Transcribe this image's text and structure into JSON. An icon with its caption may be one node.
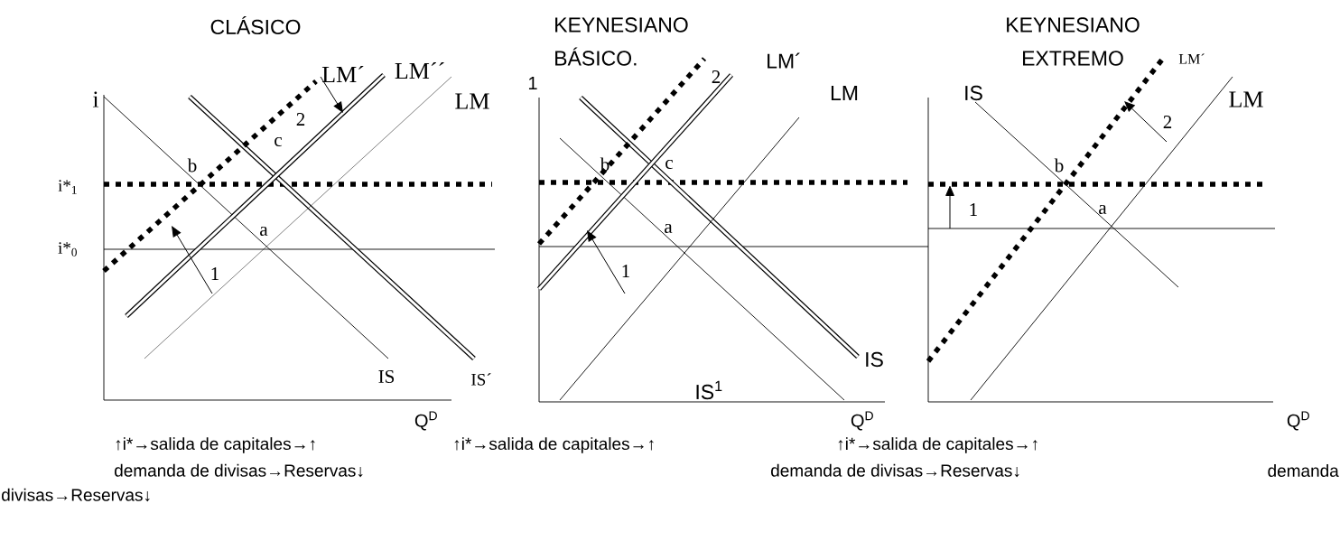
{
  "diagram": {
    "labels": [
      "CLÁSICO",
      "KEYNESIANO BÁSICO.",
      "KEYNESIANO EXTREMO",
      "i",
      "LM´",
      "LM´´",
      "LM",
      "2",
      "c",
      "b",
      "i*$_{1}$",
      "i*$_{0}$",
      "a",
      "1",
      "IS",
      "IS´",
      "Q$^{D}$",
      "1",
      "LM´",
      "2",
      "LM",
      "b",
      "c",
      "a",
      "1",
      "IS",
      "IS$^{1}$",
      "Q$^{D}$",
      "LM´",
      "IS",
      "LM",
      "2",
      "b",
      "1",
      "a",
      "Q$^{D}$",
      "↑i*→salida de capitales→↑",
      "↑i*→salida de capitales→↑",
      "↑i*→salida de capitales→↑",
      "demanda de divisas→Reservas↓",
      "demanda de divisas→Reservas↓",
      "demanda",
      "divisas→Reservas↓"
    ]
  }
}
